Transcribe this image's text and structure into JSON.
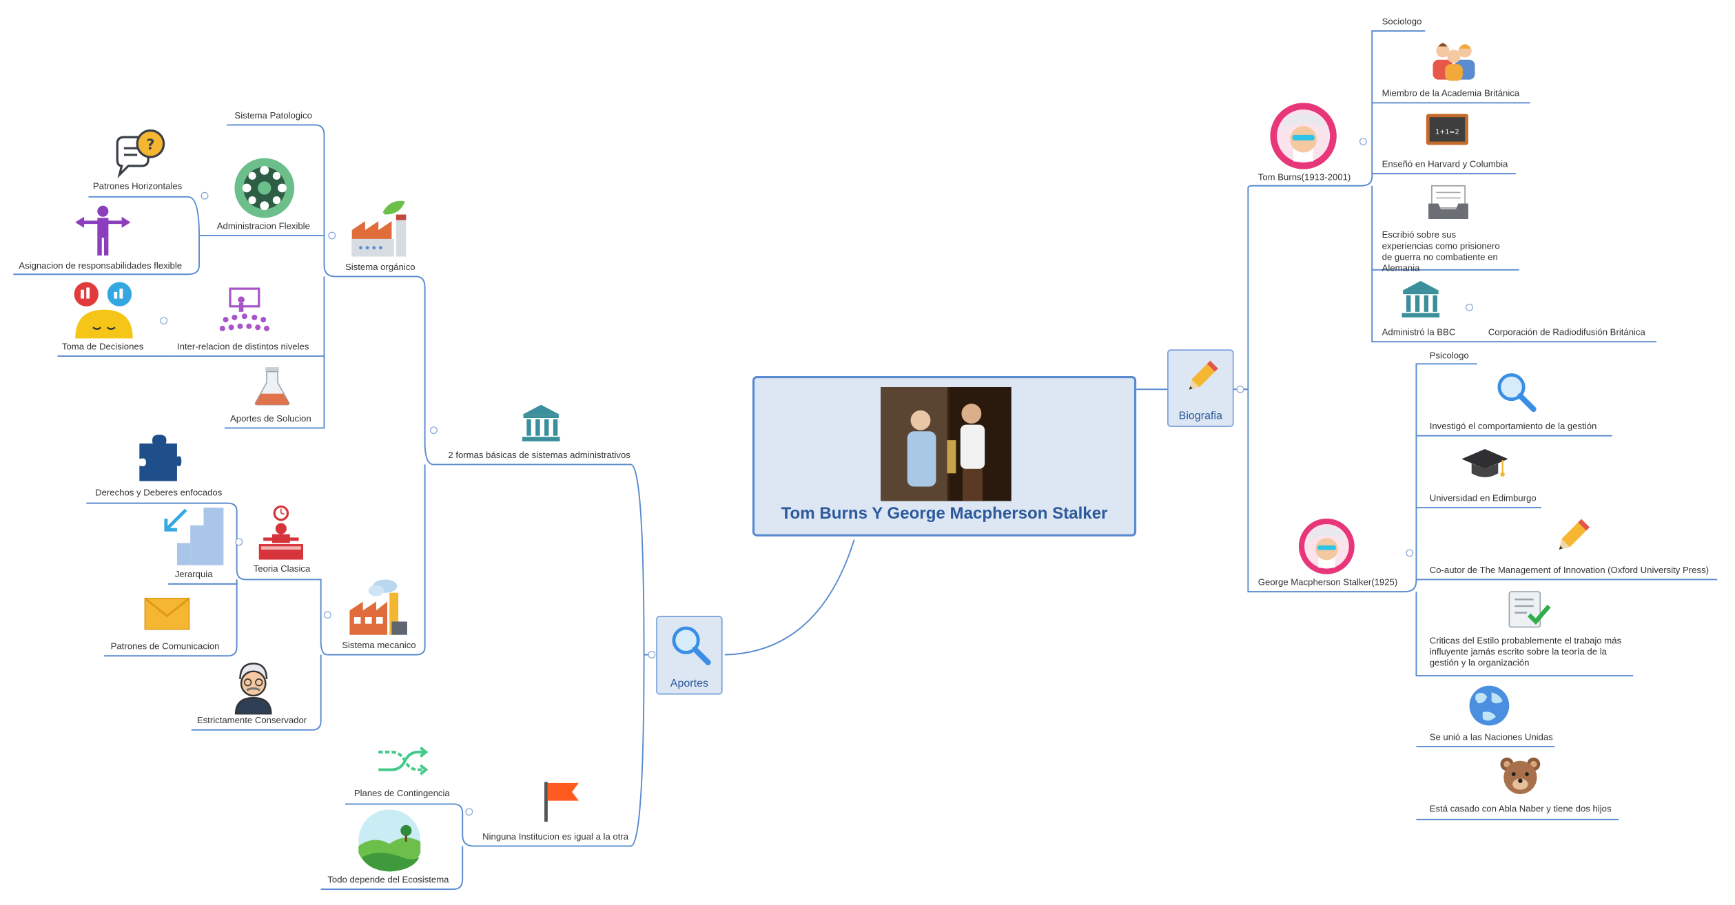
{
  "central": {
    "title": "Tom Burns Y George Macpherson Stalker"
  },
  "hubs": {
    "biografia": "Biografia",
    "aportes": "Aportes"
  },
  "biografia": {
    "tom": {
      "label": "Tom Burns(1913-2001)",
      "items": [
        "Sociologo",
        "Miembro de la Academia Británica",
        "Enseñó en Harvard y Columbia",
        "Escribió sobre sus experiencias como prisionero de guerra no combatiente en Alemania",
        "Administró la BBC"
      ],
      "bbc_sub": "Corporación de Radiodifusión Británica"
    },
    "george": {
      "label": "George Macpherson Stalker(1925)",
      "items": [
        "Psicologo",
        "Investigó el comportamiento de la gestión",
        "Universidad en Edimburgo",
        "Co-autor de The Management of Innovation (Oxford University Press)",
        "Criticas del Estilo probablemente el trabajo más influyente jamás escrito sobre la teoría de la gestión y la organización",
        "Se unió a las Naciones Unidas",
        "Está casado con Abla Naber y tiene dos hijos"
      ]
    }
  },
  "aportes": {
    "formas": {
      "label": "2 formas básicas de sistemas administrativos",
      "organico": {
        "label": "Sistema orgánico",
        "patologico": "Sistema Patologico",
        "flexible": "Administracion Flexible",
        "flex_items": [
          "Patrones Horizontales",
          "Asignacion de responsabilidades flexible"
        ],
        "interrelacion": "Inter-relacion de distintos niveles",
        "decisiones": "Toma de Decisiones",
        "solucion": "Aportes de Solucion"
      },
      "mecanico": {
        "label": "Sistema mecanico",
        "clasica": "Teoria Clasica",
        "clasica_items": [
          "Derechos y Deberes enfocados",
          "Jerarquia",
          "Patrones de Comunicacion"
        ],
        "conservador": "Estrictamente Conservador"
      }
    },
    "ninguna": {
      "label": "Ninguna Institucion es igual a la otra",
      "items": [
        "Planes de Contingencia",
        "Todo depende del Ecosistema"
      ]
    }
  },
  "colors": {
    "line": "#5a8bd0",
    "central_fill": "#dde6f3",
    "title": "#2c5a9a"
  }
}
